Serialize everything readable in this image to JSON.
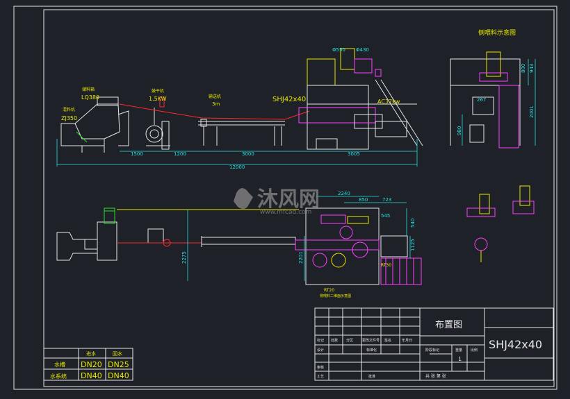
{
  "colors": {
    "background": "#1e2128",
    "frame": "#e6e6e6",
    "equipment": "#e6e6e6",
    "labels_yellow": "#e8e800",
    "dimensions_cyan": "#28e0e0",
    "line_red": "#ff2a2a",
    "magenta": "#ff40ff",
    "green": "#2ce02c",
    "watermark": "#8a8a8a"
  },
  "top_view_labels": {
    "tank_name": "储料箱",
    "tank_model": "LQ380",
    "mixer_name": "混料机",
    "mixer_model": "ZJ350",
    "blower_name": "鼓干机",
    "blower_power": "1.5KW",
    "conveyor_name": "输送机",
    "conveyor_length": "3m",
    "extruder_model": "SHJ42x40",
    "motor_power": "AC37kw"
  },
  "top_view_dims": {
    "d1": "1500",
    "d2": "1200",
    "d3": "3000",
    "d4": "3005",
    "total": "12000",
    "phi1": "Φ550",
    "phi2": "Φ430"
  },
  "side_view": {
    "title": "侧喂料示意图",
    "h1": "800",
    "h2": "943",
    "h3": "2001",
    "h4": "980",
    "w1": "267"
  },
  "plan_view_dims": {
    "w1": "2240",
    "w2": "850",
    "w3": "723",
    "w4": "545",
    "h1": "2275",
    "h2": "2201",
    "h3": "540",
    "h4": "1125",
    "box1": "RT20",
    "box2": "RT30",
    "side_note": "侧喂料二维面示意图"
  },
  "watermark": {
    "text": "沐风网",
    "url": "www.mfcad.com"
  },
  "water_table": {
    "headers": [
      "",
      "进水",
      "回水"
    ],
    "rows": [
      [
        "水槽",
        "DN20",
        "DN25"
      ],
      [
        "水系统",
        "DN40",
        "DN40"
      ]
    ]
  },
  "title_block": {
    "drawing_name": "布置图",
    "drawing_code": "SHJ42x40",
    "row_labels": [
      "标记",
      "处数",
      "分区",
      "更改文件号",
      "签名",
      "年月日"
    ],
    "design": "设计",
    "standard": "标准化",
    "stage_mark": "阶段标记",
    "weight": "重量",
    "scale": "比例",
    "quantity": "1",
    "review": "审核",
    "process": "工艺",
    "approve": "批准",
    "sheet": "共 张 第 张"
  }
}
